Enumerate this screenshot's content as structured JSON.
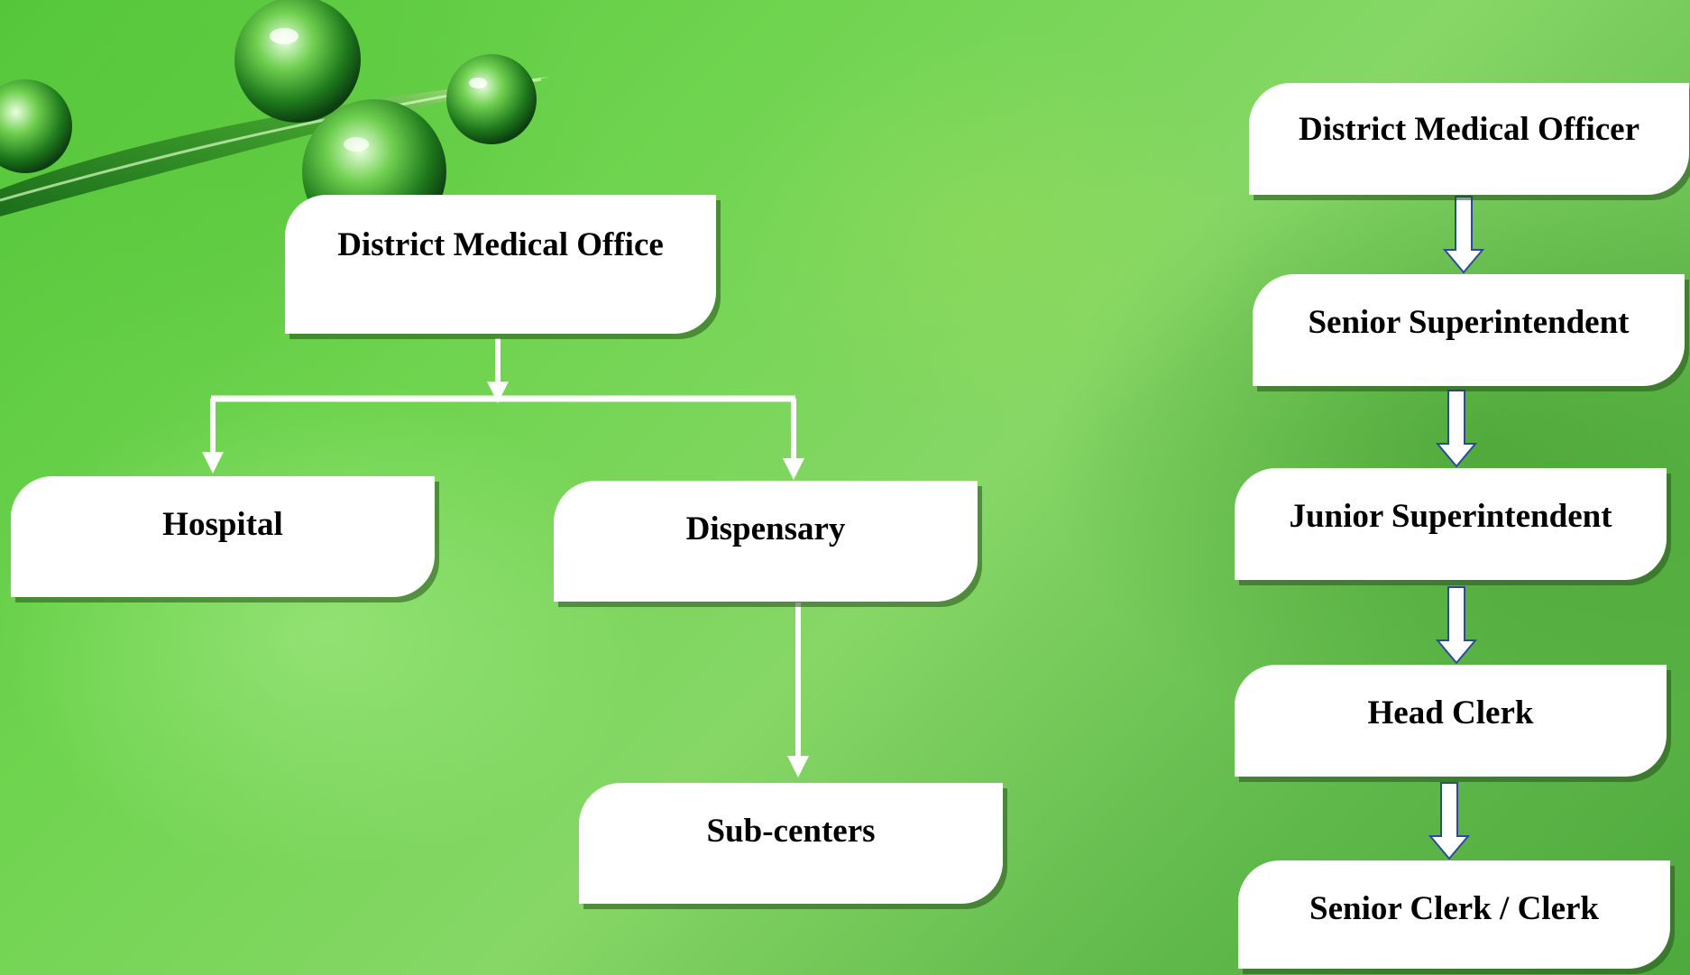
{
  "left_chart": {
    "root": "District Medical Office",
    "branches": [
      "Hospital",
      "Dispensary"
    ],
    "sub": "Sub-centers"
  },
  "right_chart": {
    "levels": [
      "District Medical Officer",
      "Senior Superintendent",
      "Junior Superintendent",
      "Head Clerk",
      "Senior Clerk / Clerk"
    ]
  },
  "colors": {
    "box_fill": "#ffffff",
    "connector": "#ffffff",
    "arrow_outline": "#2b4a9a"
  }
}
